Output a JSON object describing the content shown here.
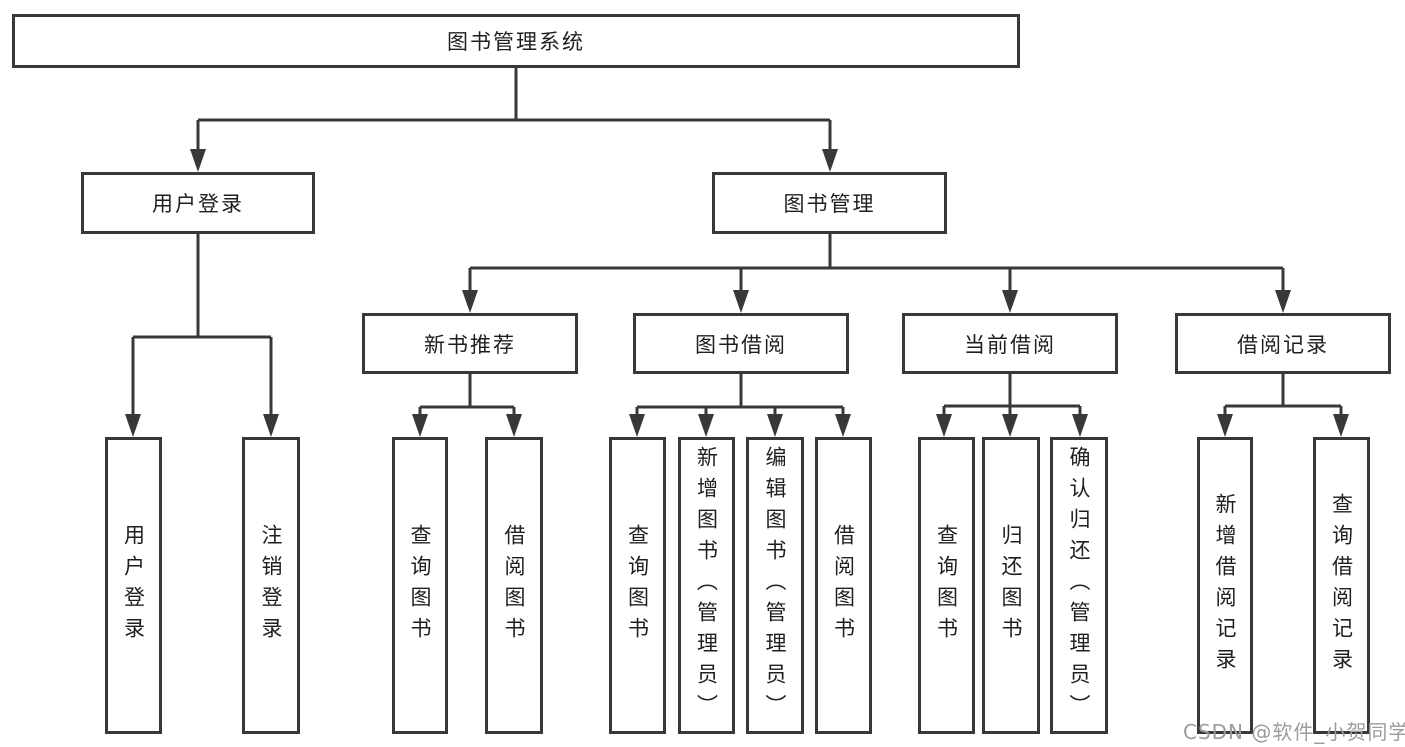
{
  "tree": {
    "root": {
      "label": "图书管理系统",
      "children": [
        {
          "label": "用户登录",
          "children": [
            {
              "label": "用户登录"
            },
            {
              "label": "注销登录"
            }
          ]
        },
        {
          "label": "图书管理",
          "children": [
            {
              "label": "新书推荐",
              "children": [
                {
                  "label": "查询图书"
                },
                {
                  "label": "借阅图书"
                }
              ]
            },
            {
              "label": "图书借阅",
              "children": [
                {
                  "label": "查询图书"
                },
                {
                  "label": "新增图书（管理员）"
                },
                {
                  "label": "编辑图书（管理员）"
                },
                {
                  "label": "借阅图书"
                }
              ]
            },
            {
              "label": "当前借阅",
              "children": [
                {
                  "label": "查询图书"
                },
                {
                  "label": "归还图书"
                },
                {
                  "label": "确认归还（管理员）"
                }
              ]
            },
            {
              "label": "借阅记录",
              "children": [
                {
                  "label": "新增借阅记录"
                },
                {
                  "label": "查询借阅记录"
                }
              ]
            }
          ]
        }
      ]
    }
  },
  "watermark": {
    "text": "CSDN @软件_小贺同学"
  },
  "colors": {
    "line": "#383838",
    "box_border": "#383838",
    "text": "#1f1f1f",
    "watermark": "#9c9c9c",
    "background": "#ffffff"
  }
}
